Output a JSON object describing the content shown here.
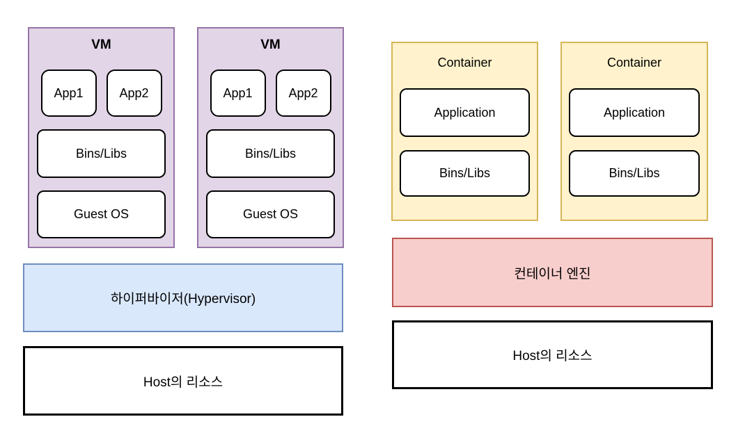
{
  "left": {
    "vms": [
      {
        "title": "VM",
        "apps": [
          "App1",
          "App2"
        ],
        "bins": "Bins/Libs",
        "os": "Guest OS"
      },
      {
        "title": "VM",
        "apps": [
          "App1",
          "App2"
        ],
        "bins": "Bins/Libs",
        "os": "Guest OS"
      }
    ],
    "hypervisor": "하이퍼바이저(Hypervisor)",
    "host": "Host의 리소스"
  },
  "right": {
    "containers": [
      {
        "title": "Container",
        "application": "Application",
        "bins": "Bins/Libs"
      },
      {
        "title": "Container",
        "application": "Application",
        "bins": "Bins/Libs"
      }
    ],
    "engine": "컨테이너 엔진",
    "host": "Host의 리소스"
  },
  "colors": {
    "vm_fill": "#E1D5E7",
    "vm_border": "#9673A6",
    "hypervisor_fill": "#DAE8FC",
    "hypervisor_border": "#6C8EBF",
    "container_fill": "#FFF2CC",
    "container_border": "#D6B656",
    "engine_fill": "#F8CECC",
    "engine_border": "#B85450",
    "node_fill": "#FFFFFF",
    "node_border": "#000000"
  }
}
